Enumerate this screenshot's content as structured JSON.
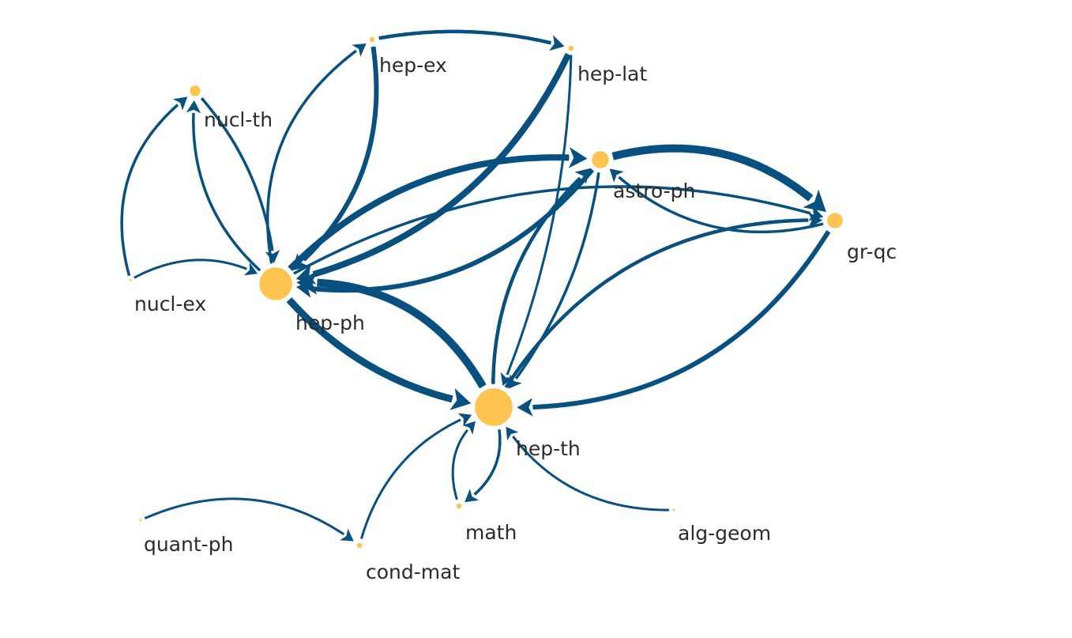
{
  "colors": {
    "edge": "#07507f",
    "node": "#ffc34f",
    "label": "#2b2b2b"
  },
  "nodes": [
    {
      "id": "hep-ph",
      "label": "hep-ph"
    },
    {
      "id": "hep-th",
      "label": "hep-th"
    },
    {
      "id": "astro-ph",
      "label": "astro-ph"
    },
    {
      "id": "gr-qc",
      "label": "gr-qc"
    },
    {
      "id": "hep-ex",
      "label": "hep-ex"
    },
    {
      "id": "hep-lat",
      "label": "hep-lat"
    },
    {
      "id": "nucl-th",
      "label": "nucl-th"
    },
    {
      "id": "nucl-ex",
      "label": "nucl-ex"
    },
    {
      "id": "quant-ph",
      "label": "quant-ph"
    },
    {
      "id": "cond-mat",
      "label": "cond-mat"
    },
    {
      "id": "math",
      "label": "math"
    },
    {
      "id": "alg-geom",
      "label": "alg-geom"
    }
  ],
  "edges": [
    {
      "source": "hep-ph",
      "target": "hep-th"
    },
    {
      "source": "hep-th",
      "target": "hep-ph"
    },
    {
      "source": "hep-ph",
      "target": "astro-ph"
    },
    {
      "source": "astro-ph",
      "target": "hep-ph"
    },
    {
      "source": "hep-lat",
      "target": "hep-ph"
    },
    {
      "source": "hep-ex",
      "target": "hep-ph"
    },
    {
      "source": "hep-ph",
      "target": "hep-ex"
    },
    {
      "source": "hep-ex",
      "target": "hep-lat"
    },
    {
      "source": "hep-ph",
      "target": "gr-qc"
    },
    {
      "source": "astro-ph",
      "target": "gr-qc"
    },
    {
      "source": "gr-qc",
      "target": "astro-ph"
    },
    {
      "source": "gr-qc",
      "target": "hep-th"
    },
    {
      "source": "hep-th",
      "target": "gr-qc"
    },
    {
      "source": "hep-th",
      "target": "astro-ph"
    },
    {
      "source": "astro-ph",
      "target": "hep-th"
    },
    {
      "source": "hep-lat",
      "target": "hep-th"
    },
    {
      "source": "nucl-th",
      "target": "hep-ph"
    },
    {
      "source": "hep-ph",
      "target": "nucl-th"
    },
    {
      "source": "nucl-ex",
      "target": "nucl-th"
    },
    {
      "source": "nucl-ex",
      "target": "hep-ph"
    },
    {
      "source": "quant-ph",
      "target": "cond-mat"
    },
    {
      "source": "cond-mat",
      "target": "hep-th"
    },
    {
      "source": "math",
      "target": "hep-th"
    },
    {
      "source": "hep-th",
      "target": "math"
    },
    {
      "source": "alg-geom",
      "target": "hep-th"
    }
  ]
}
